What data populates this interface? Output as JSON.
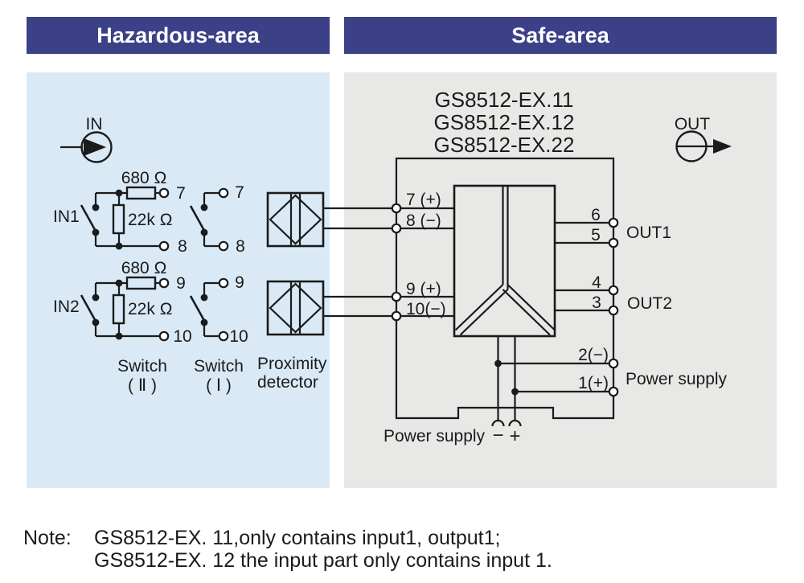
{
  "colors": {
    "header_bg": "#3c4087",
    "hazard_panel": "#d9eaf6",
    "safe_panel": "#e8e8e6",
    "line": "#1b1b1b"
  },
  "header": {
    "hazardous": "Hazardous-area",
    "safe": "Safe-area"
  },
  "hz": {
    "in": "IN",
    "c1_res1": "680 Ω",
    "c1_res2": "22k Ω",
    "c1_name": "IN1",
    "c1_t1": "7",
    "c1_t2": "8",
    "c1_s1": "7",
    "c1_s2": "8",
    "c2_res1": "680 Ω",
    "c2_res2": "22k Ω",
    "c2_name": "IN2",
    "c2_t1": "9",
    "c2_t2": "10",
    "c2_s1": "9",
    "c2_s2": "10",
    "sw2_label": "Switch",
    "sw2_num": "( Ⅱ )",
    "sw1_label": "Switch",
    "sw1_num": "( Ⅰ )",
    "prox_line1": "Proximity",
    "prox_line2": "detector"
  },
  "sf": {
    "models": [
      "GS8512-EX.11",
      "GS8512-EX.12",
      "GS8512-EX.22"
    ],
    "out": "OUT",
    "t7": "7 (+)",
    "t8": "8 (−)",
    "t9": "9 (+)",
    "t10": "10(−)",
    "t6": "6",
    "t5": "5",
    "out1": "OUT1",
    "t4": "4",
    "t3": "3",
    "out2": "OUT2",
    "t2": "2(−)",
    "t1": "1(+)",
    "power_right": "Power supply",
    "power_bottom": "Power supply",
    "minus": "−",
    "plus": "+"
  },
  "note": {
    "label": "Note:",
    "line1": "GS8512-EX. 11,only contains input1, output1;",
    "line2": "GS8512-EX. 12 the input part only contains input 1."
  }
}
